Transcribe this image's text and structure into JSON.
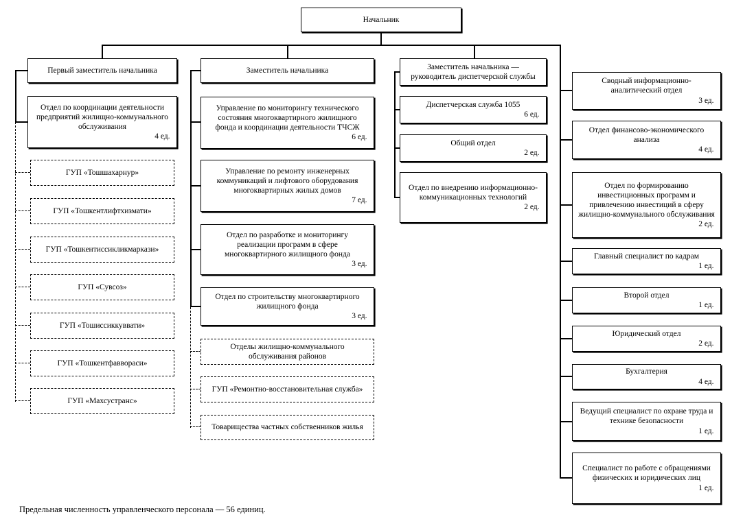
{
  "root_title": "Начальник",
  "note": "Предельная численность управленческого персонала — 56 единиц.",
  "columns": [
    {
      "head": "Первый заместитель начальника",
      "boxes": [
        {
          "title": "Отдел по координации деятельности предприятий жилищно-коммунального обслуживания",
          "count": "4 ед."
        },
        {
          "title": "ГУП «Тошшахарнур»"
        },
        {
          "title": "ГУП «Тошкентлифтхизмати»"
        },
        {
          "title": "ГУП «Тошкентиссикликмаркази»"
        },
        {
          "title": "ГУП «Сувсоз»"
        },
        {
          "title": "ГУП «Тошиссиккуввати»"
        },
        {
          "title": "ГУП «Тошкентфаввораси»"
        },
        {
          "title": "ГУП «Махсустранс»"
        }
      ]
    },
    {
      "head": "Заместитель начальника",
      "boxes": [
        {
          "title": "Управление по мониторингу технического состояния многоквартирного жилищного фонда и координации деятельности ТЧСЖ",
          "count": "6 ед."
        },
        {
          "title": "Управление по ремонту инженерных коммуникаций и лифтового оборудования многоквартирных жилых домов",
          "count": "7 ед."
        },
        {
          "title": "Отдел по разработке и мониторингу реализации программ в сфере многоквартирного жилищного фонда",
          "count": "3 ед."
        },
        {
          "title": "Отдел по строительству многоквартирного жилищного фонда",
          "count": "3 ед."
        },
        {
          "title": "Отделы жилищно-коммунального обслуживания районов"
        },
        {
          "title": "ГУП «Ремонтно-восстановительная служба»"
        },
        {
          "title": "Товарищества частных собственников жилья"
        }
      ]
    },
    {
      "head": "Заместитель начальника — руководитель диспетчерской службы",
      "boxes": [
        {
          "title": "Диспетчерская служба 1055",
          "count": "6 ед."
        },
        {
          "title": "Общий отдел",
          "count": "2 ед."
        },
        {
          "title": "Отдел по внедрению информационно-коммуникационных технологий",
          "count": "2 ед."
        }
      ]
    },
    {
      "boxes": [
        {
          "title": "Сводный информационно-аналитический отдел",
          "count": "3 ед."
        },
        {
          "title": "Отдел финансово-экономического анализа",
          "count": "4 ед."
        },
        {
          "title": "Отдел по формированию инвестиционных программ и привлечению инвестиций в сферу жилищно-коммунального обслуживания",
          "count": "2 ед."
        },
        {
          "title": "Главный специалист по кадрам",
          "count": "1 ед."
        },
        {
          "title": "Второй отдел",
          "count": "1 ед."
        },
        {
          "title": "Юридический отдел",
          "count": "2 ед."
        },
        {
          "title": "Бухгалтерия",
          "count": "4 ед."
        },
        {
          "title": "Ведущий специалист по охране труда и технике безопасности",
          "count": "1 ед."
        },
        {
          "title": "Специалист по работе с обращениями физических и юридических лиц",
          "count": "1 ед."
        }
      ]
    }
  ]
}
